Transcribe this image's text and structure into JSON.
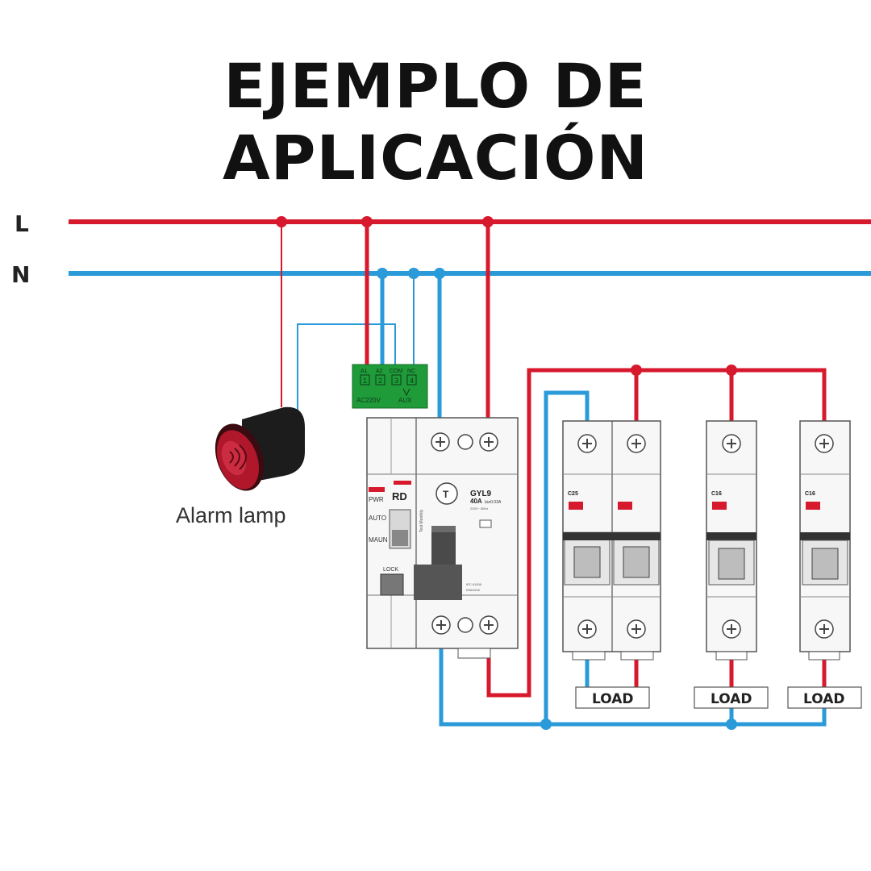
{
  "title": "EJEMPLO DE APLICACIÓN",
  "lines": {
    "live": "L",
    "neutral": "N"
  },
  "alarm_lamp": "Alarm lamp",
  "aux_block": {
    "terminals": [
      "A1",
      "A2",
      "COM",
      "NC"
    ],
    "numbers": [
      "1",
      "2",
      "3",
      "4"
    ],
    "ac": "AC220V",
    "aux": "AUX"
  },
  "recloser": {
    "pwr": "PWR",
    "rd": "RD",
    "auto": "AUTO",
    "maun": "MAUN",
    "lock": "LOCK",
    "model": "GYL9",
    "rating": "40A",
    "sensitivity": "I∆n0.03A",
    "test": "Test Monthly",
    "spec1": "230V~  50Hz",
    "spec2": "IEC 61008",
    "spec3": "EN61008"
  },
  "breakers": [
    {
      "rating": "C25"
    },
    {
      "rating": "C16"
    },
    {
      "rating": "C16"
    }
  ],
  "loads": [
    "LOAD",
    "LOAD",
    "LOAD"
  ],
  "colors": {
    "live": "#d7192d",
    "neutral": "#2a9ad8",
    "aux_green": "#1f9b3a"
  }
}
